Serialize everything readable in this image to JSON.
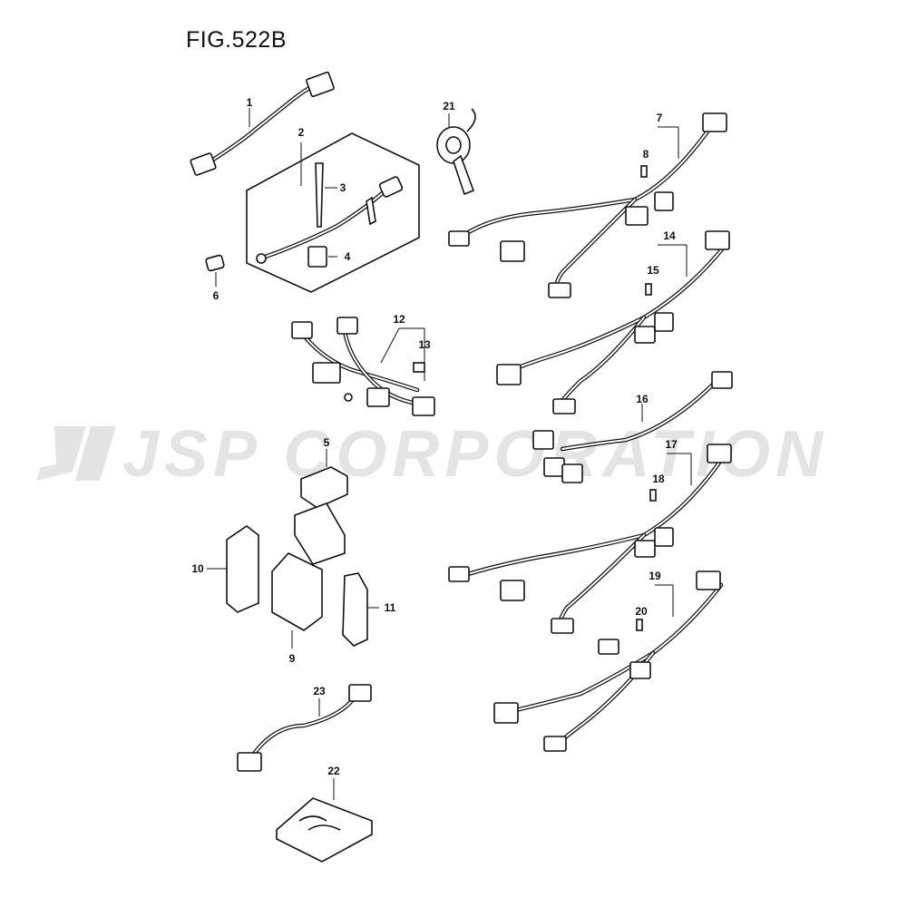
{
  "title": "FIG.522B",
  "watermark": "JSP CORPORATION",
  "callouts": [
    {
      "id": "c1",
      "text": "1"
    },
    {
      "id": "c2",
      "text": "2"
    },
    {
      "id": "c3",
      "text": "3"
    },
    {
      "id": "c4",
      "text": "4"
    },
    {
      "id": "c5",
      "text": "5"
    },
    {
      "id": "c6",
      "text": "6"
    },
    {
      "id": "c7",
      "text": "7"
    },
    {
      "id": "c8",
      "text": "8"
    },
    {
      "id": "c9",
      "text": "9"
    },
    {
      "id": "c10",
      "text": "10"
    },
    {
      "id": "c11",
      "text": "11"
    },
    {
      "id": "c12",
      "text": "12"
    },
    {
      "id": "c13",
      "text": "13"
    },
    {
      "id": "c14",
      "text": "14"
    },
    {
      "id": "c15",
      "text": "15"
    },
    {
      "id": "c16",
      "text": "16"
    },
    {
      "id": "c17",
      "text": "17"
    },
    {
      "id": "c18",
      "text": "18"
    },
    {
      "id": "c19",
      "text": "19"
    },
    {
      "id": "c20",
      "text": "20"
    },
    {
      "id": "c21",
      "text": "21"
    },
    {
      "id": "c22",
      "text": "22"
    },
    {
      "id": "c23",
      "text": "23"
    }
  ]
}
